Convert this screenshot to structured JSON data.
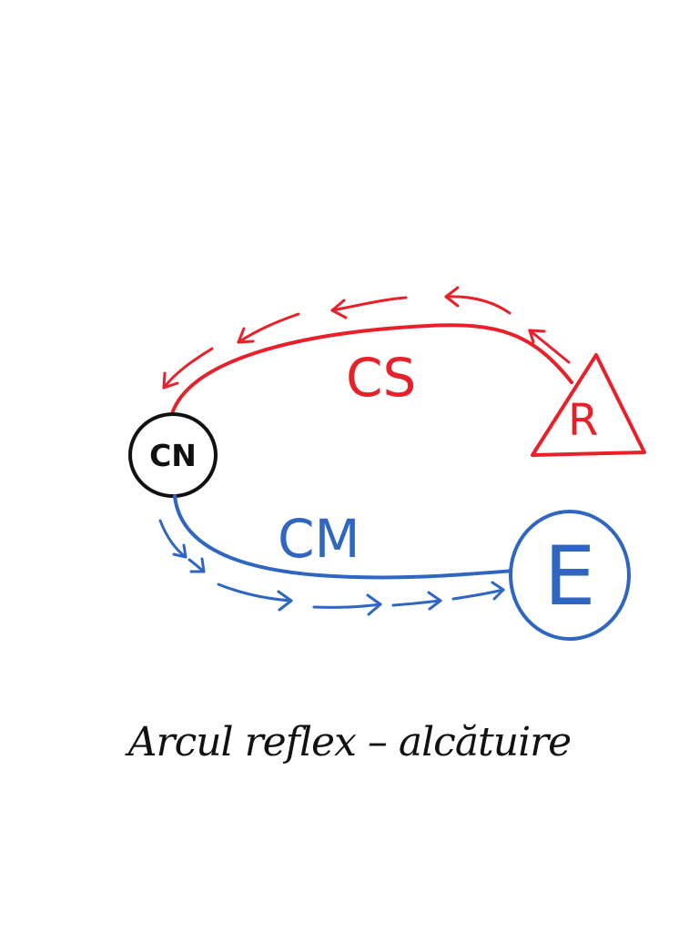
{
  "caption": "Arcul reflex – alcătuire",
  "nodes": {
    "center": {
      "label": "CN",
      "color": "#111111"
    },
    "receptor": {
      "label": "R",
      "color": "#e8202a"
    },
    "effector": {
      "label": "E",
      "color": "#2f66c2"
    }
  },
  "pathways": {
    "sensory": {
      "label": "CS",
      "color": "#e8202a",
      "direction": "receptor-to-center"
    },
    "motor": {
      "label": "CM",
      "color": "#2f66c2",
      "direction": "center-to-effector"
    }
  }
}
